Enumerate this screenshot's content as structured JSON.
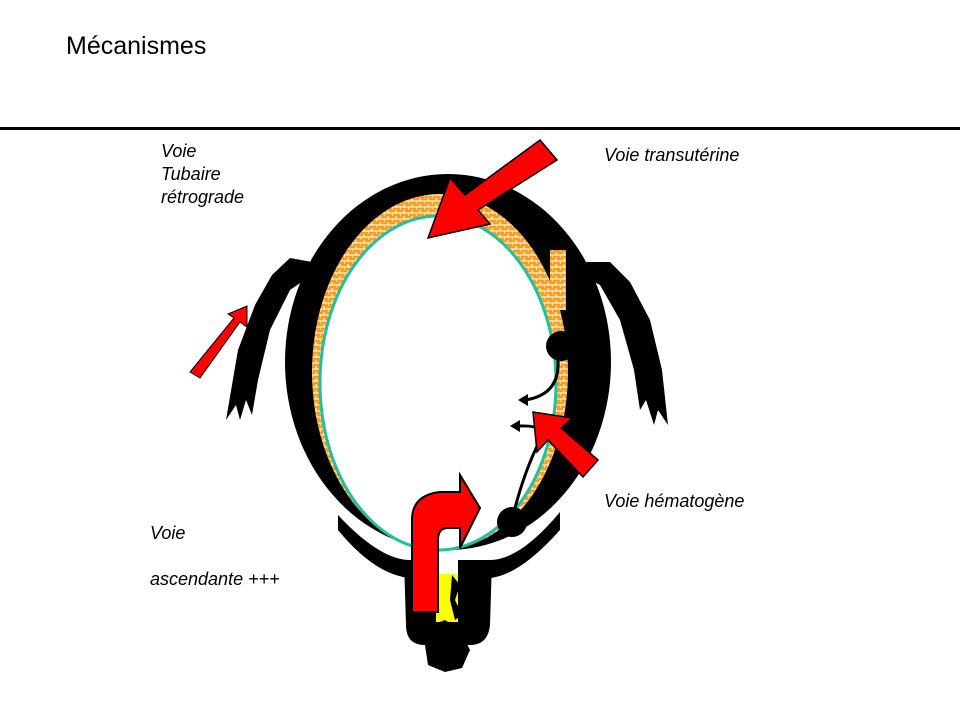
{
  "title": "Mécanismes",
  "labels": {
    "tubaire": [
      "Voie",
      "Tubaire",
      "rétrograde"
    ],
    "transuterine": "Voie transutérine",
    "hematogene": "Voie hématogène",
    "ascendante": [
      "Voie",
      "ascendante +++"
    ]
  },
  "colors": {
    "arrow": "#ff0000",
    "myometrium": "#000000",
    "endometrium": "#f5a020",
    "lining": "#20c0a0",
    "cervix_canal": "#ffff00"
  }
}
